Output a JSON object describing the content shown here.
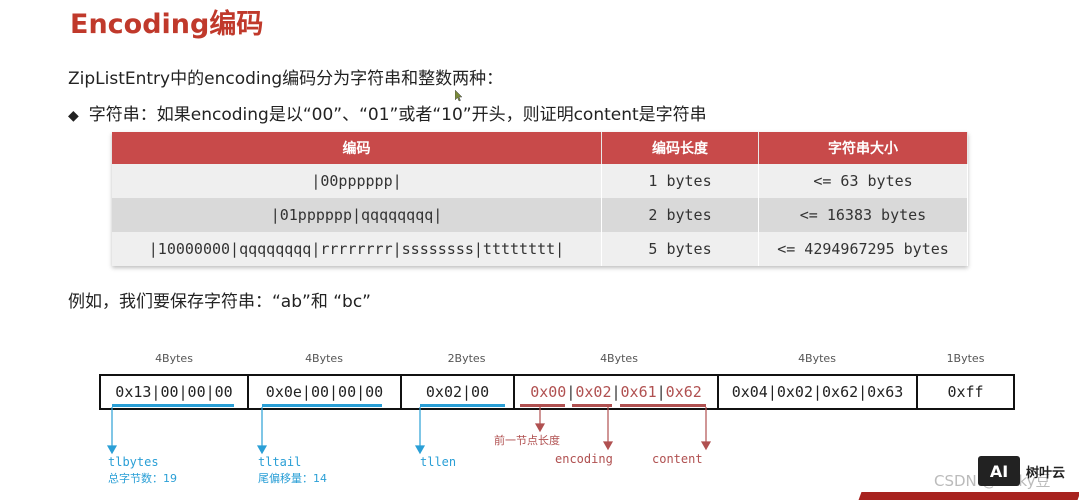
{
  "title": "Encoding编码",
  "intro": "ZipListEntry中的encoding编码分为字符串和整数两种：",
  "bullet_text": "字符串：如果encoding是以“00”、“01”或者“10”开头，则证明content是字符串",
  "table": {
    "headers": [
      "编码",
      "编码长度",
      "字符串大小"
    ],
    "rows": [
      [
        "|00pppppp|",
        "1 bytes",
        "<= 63 bytes"
      ],
      [
        "|01pppppp|qqqqqqqq|",
        "2 bytes",
        "<= 16383 bytes"
      ],
      [
        "|10000000|qqqqqqqq|rrrrrrrr|ssssssss|tttttttt|",
        "5 bytes",
        "<= 4294967295 bytes"
      ]
    ]
  },
  "example": "例如，我们要保存字符串：“ab”和 “bc”",
  "diagram": {
    "size_labels": [
      "4Bytes",
      "4Bytes",
      "2Bytes",
      "4Bytes",
      "4Bytes",
      "1Bytes"
    ],
    "boxes": [
      "0x13|00|00|00",
      "0x0e|00|00|00",
      "0x02|00",
      "0x04|0x02|0x62|0x63",
      "0xff"
    ],
    "entry_parts": [
      "0x00",
      "0x02",
      "0x61",
      "0x62"
    ],
    "annotations": {
      "tlbytes": "tlbytes",
      "tlbytes_desc": "总字节数：19",
      "tltail": "tltail",
      "tltail_desc": "尾偏移量：14",
      "tllen": "tllen",
      "prevlen": "前一节点长度",
      "encoding": "encoding",
      "content": "content"
    }
  },
  "branding": {
    "logo": "AI",
    "name": "树叶云",
    "watermark": "CSDN @lucky豆"
  },
  "colors": {
    "title": "#c0392b",
    "table_header": "#c84a4a",
    "cyan": "#2a9fd6",
    "entry_red": "#b05050"
  }
}
